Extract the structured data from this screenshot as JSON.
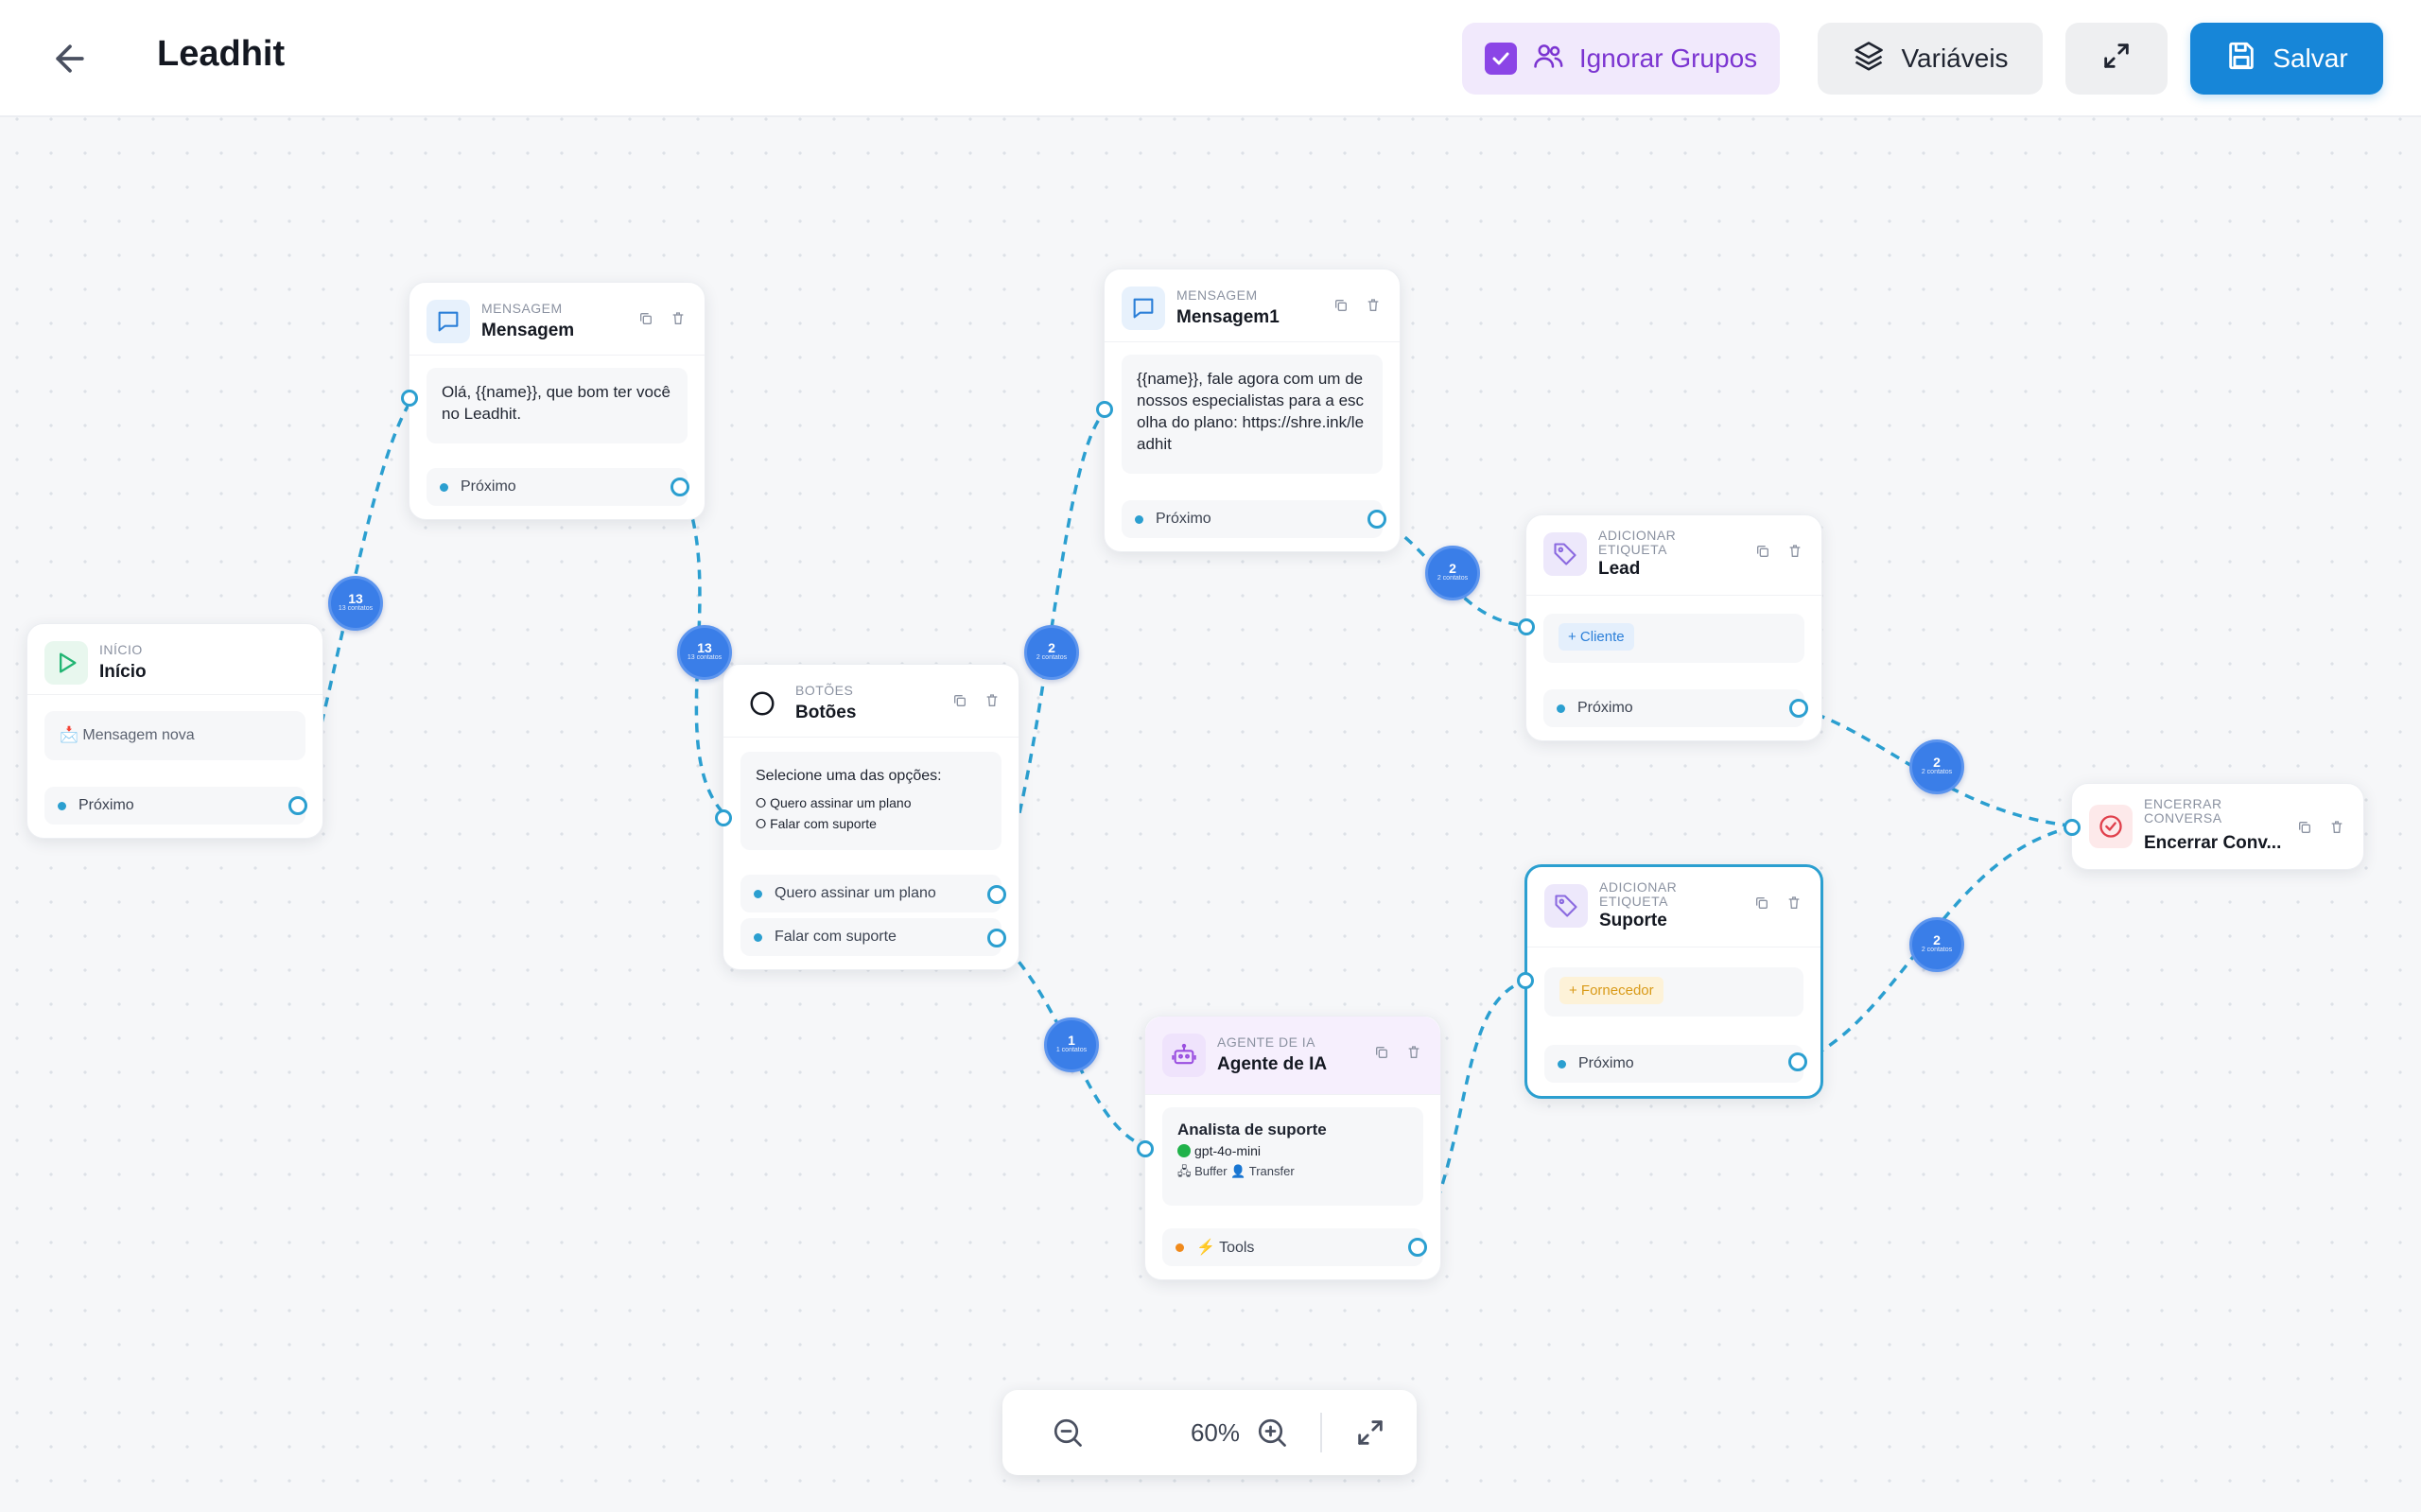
{
  "header": {
    "title": "Leadhit",
    "ignore_groups_label": "Ignorar Grupos",
    "ignore_groups_checked": true,
    "variables_label": "Variáveis",
    "save_label": "Salvar"
  },
  "colors": {
    "accent": "#1786d8",
    "edge": "#2b9fd0",
    "counter": "#3a7ee8",
    "purple": "#8b45e6"
  },
  "nodes": {
    "inicio": {
      "type": "INÍCIO",
      "name": "Início",
      "body": "📩 Mensagem nova",
      "output": "Próximo"
    },
    "mensagem": {
      "type": "MENSAGEM",
      "name": "Mensagem",
      "body": "Olá, {{name}}, que bom ter você no Leadhit.",
      "output": "Próximo"
    },
    "botoes": {
      "type": "BOTÕES",
      "name": "Botões",
      "prompt": "Selecione uma das opções:",
      "options": [
        "Quero assinar um plano",
        "Falar com suporte"
      ],
      "outputs": [
        "Quero assinar um plano",
        "Falar com suporte"
      ]
    },
    "mensagem1": {
      "type": "MENSAGEM",
      "name": "Mensagem1",
      "body": "{{name}}, fale agora com um de nossos especialistas para a escolha do plano: https://shre.ink/leadhit",
      "output": "Próximo"
    },
    "lead": {
      "type": "ADICIONAR ETIQUETA",
      "name": "Lead",
      "tag": "+ Cliente",
      "output": "Próximo"
    },
    "suporte": {
      "type": "ADICIONAR ETIQUETA",
      "name": "Suporte",
      "tag": "+ Fornecedor",
      "output": "Próximo"
    },
    "agente": {
      "type": "AGENTE DE IA",
      "name": "Agente de IA",
      "agent_name": "Analista de suporte",
      "model": "gpt-4o-mini",
      "features": "🖧 Buffer 👤 Transfer",
      "output": "⚡ Tools"
    },
    "encerrar": {
      "type": "ENCERRAR CONVERSA",
      "name": "Encerrar Conv..."
    }
  },
  "counters": [
    {
      "count": "13",
      "label": "13 contatos"
    },
    {
      "count": "13",
      "label": "13 contatos"
    },
    {
      "count": "2",
      "label": "2 contatos"
    },
    {
      "count": "2",
      "label": "2 contatos"
    },
    {
      "count": "2",
      "label": "2 contatos"
    },
    {
      "count": "2",
      "label": "2 contatos"
    },
    {
      "count": "1",
      "label": "1 contatos"
    }
  ],
  "zoom": {
    "level": "60%"
  }
}
